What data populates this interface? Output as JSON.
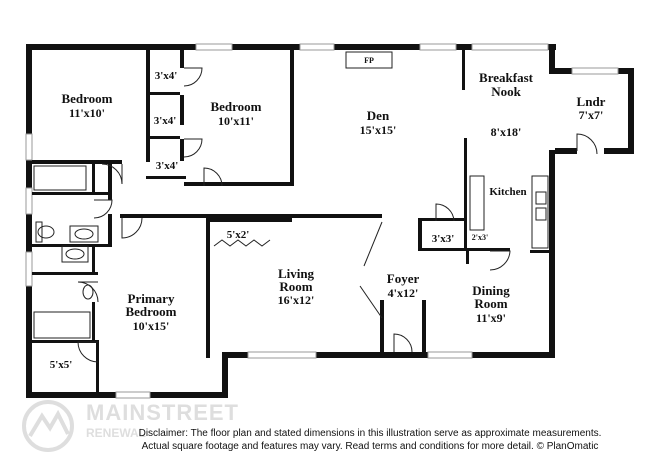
{
  "rooms": [
    {
      "id": "bedroom-1",
      "name": "Bedroom",
      "dims": "11'x10'"
    },
    {
      "id": "bedroom-2",
      "name": "Bedroom",
      "dims": "10'x11'"
    },
    {
      "id": "den",
      "name": "Den",
      "dims": "15'x15'"
    },
    {
      "id": "breakfast-nook",
      "name_line1": "Breakfast",
      "name_line2": "Nook",
      "dims": "8'x18'"
    },
    {
      "id": "laundry",
      "name": "Lndr",
      "dims": "7'x7'"
    },
    {
      "id": "kitchen",
      "name": "Kitchen"
    },
    {
      "id": "living-room",
      "name_line1": "Living",
      "name_line2": "Room",
      "dims": "16'x12'"
    },
    {
      "id": "foyer",
      "name": "Foyer",
      "dims": "4'x12'"
    },
    {
      "id": "dining-room",
      "name_line1": "Dining",
      "name_line2": "Room",
      "dims": "11'x9'"
    },
    {
      "id": "primary-bedroom",
      "name_line1": "Primary",
      "name_line2": "Bedroom",
      "dims": "10'x15'"
    }
  ],
  "closets": [
    "3'x4'",
    "3'x4'",
    "3'x4'",
    "5'x2'",
    "3'x3'",
    "2'x3'",
    "5'x5'"
  ],
  "fireplace": "FP",
  "disclaimer_line1": "Disclaimer: The floor plan and stated dimensions in this illustration serve as approximate measurements.",
  "disclaimer_line2": "Actual square footage and features may vary. Read terms and conditions for more detail. © PlanOmatic",
  "watermark": {
    "word": "MAINSTREET",
    "sub": "RENEWAL"
  }
}
